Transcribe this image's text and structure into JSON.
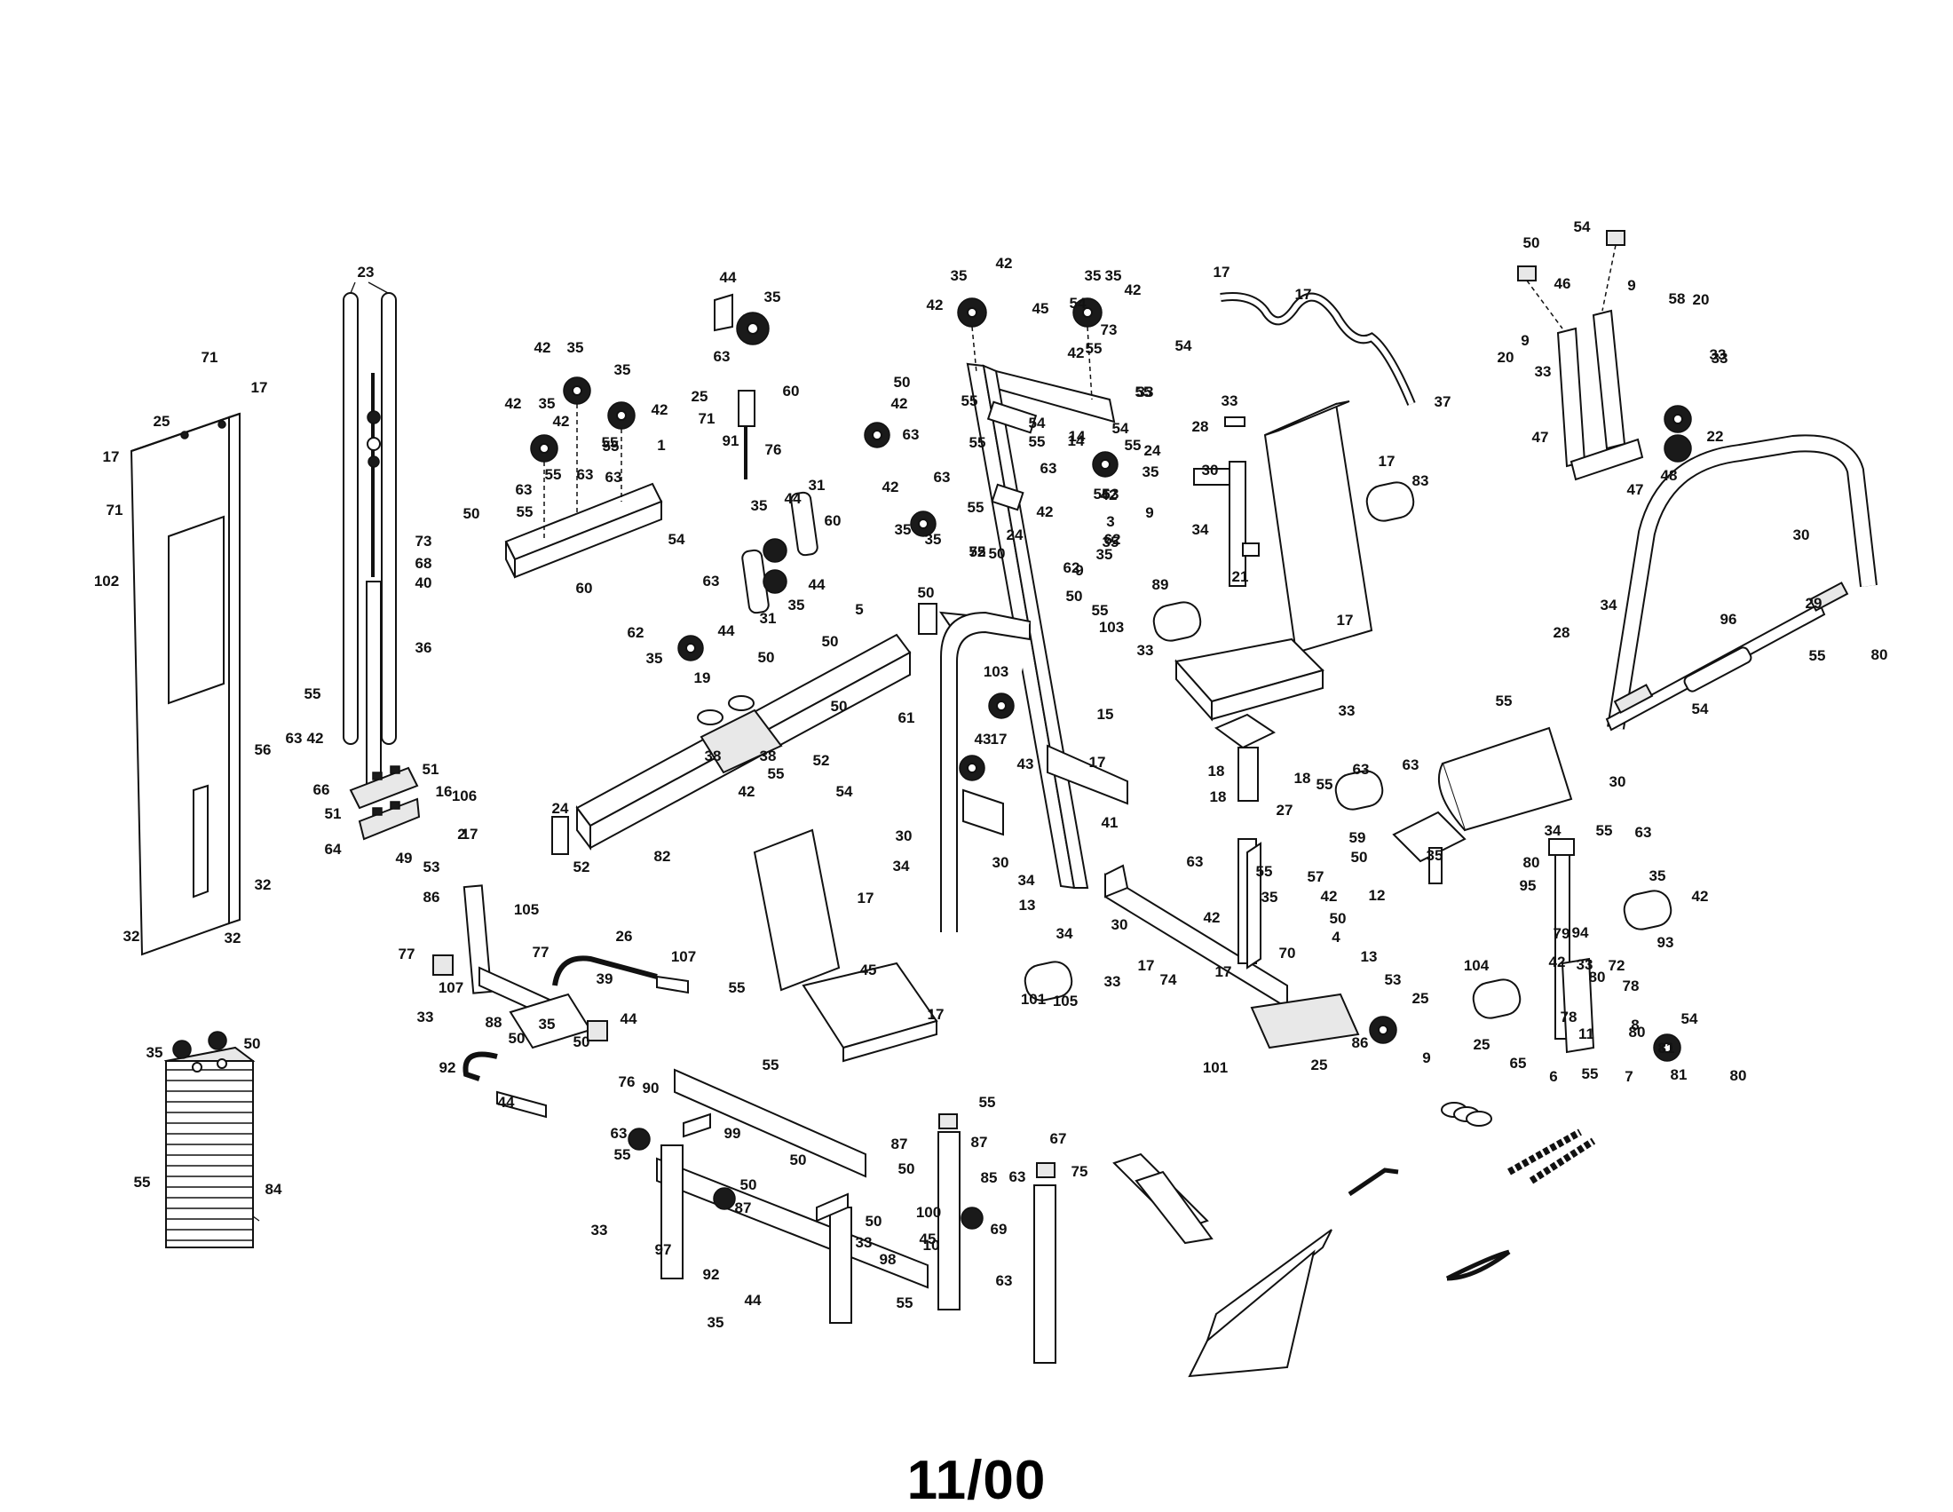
{
  "footer": {
    "date": "11/00"
  },
  "callouts": [
    "23",
    "17",
    "71",
    "25",
    "17",
    "71",
    "102",
    "56",
    "55",
    "63",
    "42",
    "32",
    "32",
    "32",
    "73",
    "68",
    "40",
    "36",
    "66",
    "51",
    "16",
    "51",
    "106",
    "2",
    "64",
    "49",
    "42",
    "35",
    "35",
    "42",
    "42",
    "35",
    "42",
    "55",
    "1",
    "63",
    "55",
    "63",
    "55",
    "63",
    "50",
    "55",
    "54",
    "60",
    "44",
    "35",
    "63",
    "25",
    "71",
    "60",
    "91",
    "76",
    "35",
    "44",
    "31",
    "60",
    "63",
    "44",
    "31",
    "35",
    "62",
    "44",
    "35",
    "5",
    "50",
    "50",
    "19",
    "50",
    "52",
    "38",
    "38",
    "42",
    "55",
    "54",
    "24",
    "52",
    "82",
    "35",
    "42",
    "42",
    "35",
    "45",
    "54",
    "35",
    "42",
    "73",
    "55",
    "42",
    "54",
    "50",
    "42",
    "55",
    "63",
    "54",
    "55",
    "63",
    "55",
    "14",
    "55",
    "14",
    "24",
    "42",
    "35",
    "63",
    "55",
    "42",
    "35",
    "55",
    "42",
    "35",
    "63",
    "55",
    "54",
    "33",
    "55",
    "72",
    "24",
    "3",
    "9",
    "35",
    "35",
    "62",
    "62",
    "9",
    "50",
    "50",
    "50",
    "55",
    "103",
    "61",
    "103",
    "43",
    "17",
    "15",
    "17",
    "43",
    "41",
    "30",
    "34",
    "30",
    "34",
    "13",
    "17",
    "17",
    "37",
    "33",
    "28",
    "30",
    "34",
    "21",
    "17",
    "17",
    "83",
    "89",
    "33",
    "33",
    "18",
    "18",
    "18",
    "27",
    "55",
    "63",
    "63",
    "55",
    "59",
    "50",
    "35",
    "12",
    "50",
    "54",
    "46",
    "9",
    "9",
    "58",
    "20",
    "20",
    "33",
    "33",
    "33",
    "47",
    "22",
    "47",
    "48",
    "30",
    "34",
    "29",
    "28",
    "96",
    "55",
    "54",
    "80",
    "30",
    "34",
    "55",
    "63",
    "80",
    "95",
    "35",
    "42",
    "79",
    "94",
    "93",
    "33",
    "104",
    "25",
    "42",
    "72",
    "78",
    "80",
    "78",
    "81",
    "8",
    "65",
    "11",
    "80",
    "54",
    "6",
    "55",
    "7",
    "81",
    "80",
    "63",
    "55",
    "57",
    "34",
    "30",
    "42",
    "42",
    "35",
    "50",
    "4",
    "70",
    "13",
    "33",
    "17",
    "74",
    "17",
    "53",
    "101",
    "105",
    "25",
    "86",
    "9",
    "101",
    "25",
    "17",
    "17",
    "17",
    "53",
    "105",
    "86",
    "77",
    "77",
    "26",
    "39",
    "107",
    "107",
    "33",
    "88",
    "50",
    "35",
    "50",
    "44",
    "92",
    "44",
    "35",
    "50",
    "55",
    "84",
    "55",
    "45",
    "76",
    "55",
    "90",
    "63",
    "99",
    "55",
    "50",
    "50",
    "87",
    "33",
    "97",
    "92",
    "44",
    "35",
    "50",
    "33",
    "98",
    "50",
    "87",
    "100",
    "45",
    "63",
    "55",
    "55",
    "87",
    "63",
    "85",
    "69",
    "10",
    "67",
    "75"
  ]
}
